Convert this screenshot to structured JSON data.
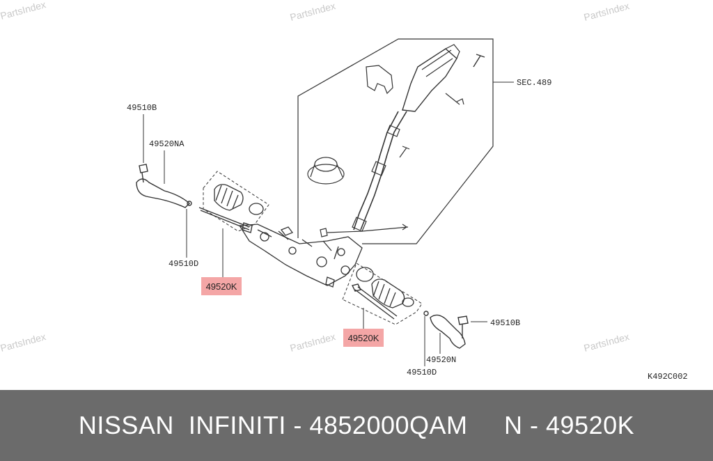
{
  "watermarks": [
    "PartsIndex",
    "PartsIndex",
    "PartsIndex",
    "PartsIndex",
    "PartsIndex",
    "PartsIndex"
  ],
  "labels": {
    "sec_489": "SEC.489",
    "tie_rod_end_nut_left": "49510B",
    "tie_rod_end_left": "49520NA",
    "lock_nut_left": "49510D",
    "inner_socket_left": "49520K",
    "inner_socket_right": "49520K",
    "tie_rod_end_nut_right": "49510B",
    "tie_rod_end_right": "49520N",
    "lock_nut_right": "49510D",
    "diagram_code": "K492C002"
  },
  "colors": {
    "highlight": "#f4a6a6",
    "footer_bg": "#6b6b6b",
    "line": "#333333"
  },
  "footer": {
    "text": "NISSAN  INFINITI - 4852000QAM     N - 49520K"
  }
}
